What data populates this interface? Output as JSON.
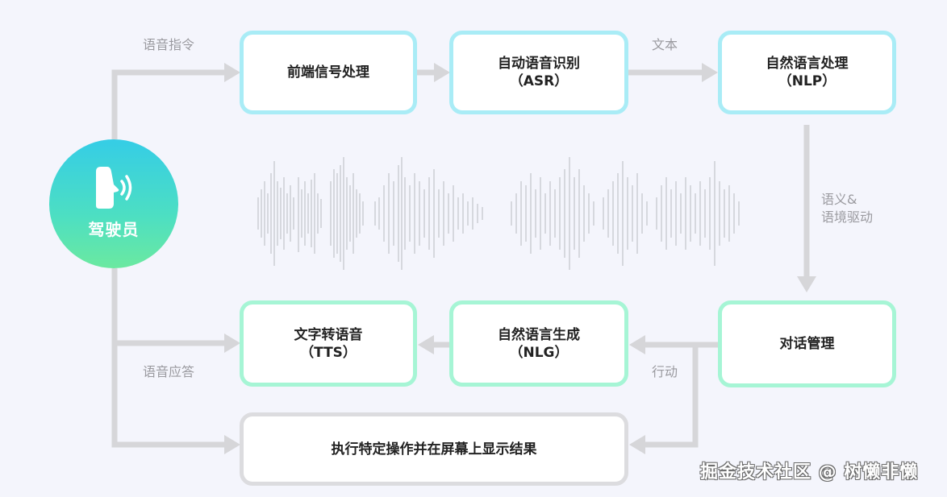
{
  "colors": {
    "background": "#f4f5fc",
    "input_stage_border": "#a9ecf6",
    "output_stage_border": "#a6f5d5",
    "action_border": "#dcdcdf",
    "connector": "#d6d6d9",
    "label_text": "#9a9a9f",
    "node_text": "#222222",
    "driver_gradient_top": "#35cde6",
    "driver_gradient_bottom": "#6be9a0"
  },
  "driver": {
    "label": "驾驶员",
    "icon": "speaking-head-icon"
  },
  "nodes": {
    "frontend": {
      "line1": "前端信号处理",
      "line2": ""
    },
    "asr": {
      "line1": "自动语音识别",
      "line2": "（ASR）"
    },
    "nlp": {
      "line1": "自然语言处理",
      "line2": "（NLP）"
    },
    "dm": {
      "line1": "对话管理",
      "line2": ""
    },
    "nlg": {
      "line1": "自然语言生成",
      "line2": "（NLG）"
    },
    "tts": {
      "line1": "文字转语音",
      "line2": "（TTS）"
    },
    "action": {
      "line1": "执行特定操作并在屏幕上显示结果",
      "line2": ""
    }
  },
  "edge_labels": {
    "voice_command": "语音指令",
    "text": "文本",
    "semantic_1": "语义&",
    "semantic_2": "语境驱动",
    "action": "行动",
    "voice_reply": "语音应答"
  },
  "watermark": "掘金技术社区 @ 树懒非懒"
}
